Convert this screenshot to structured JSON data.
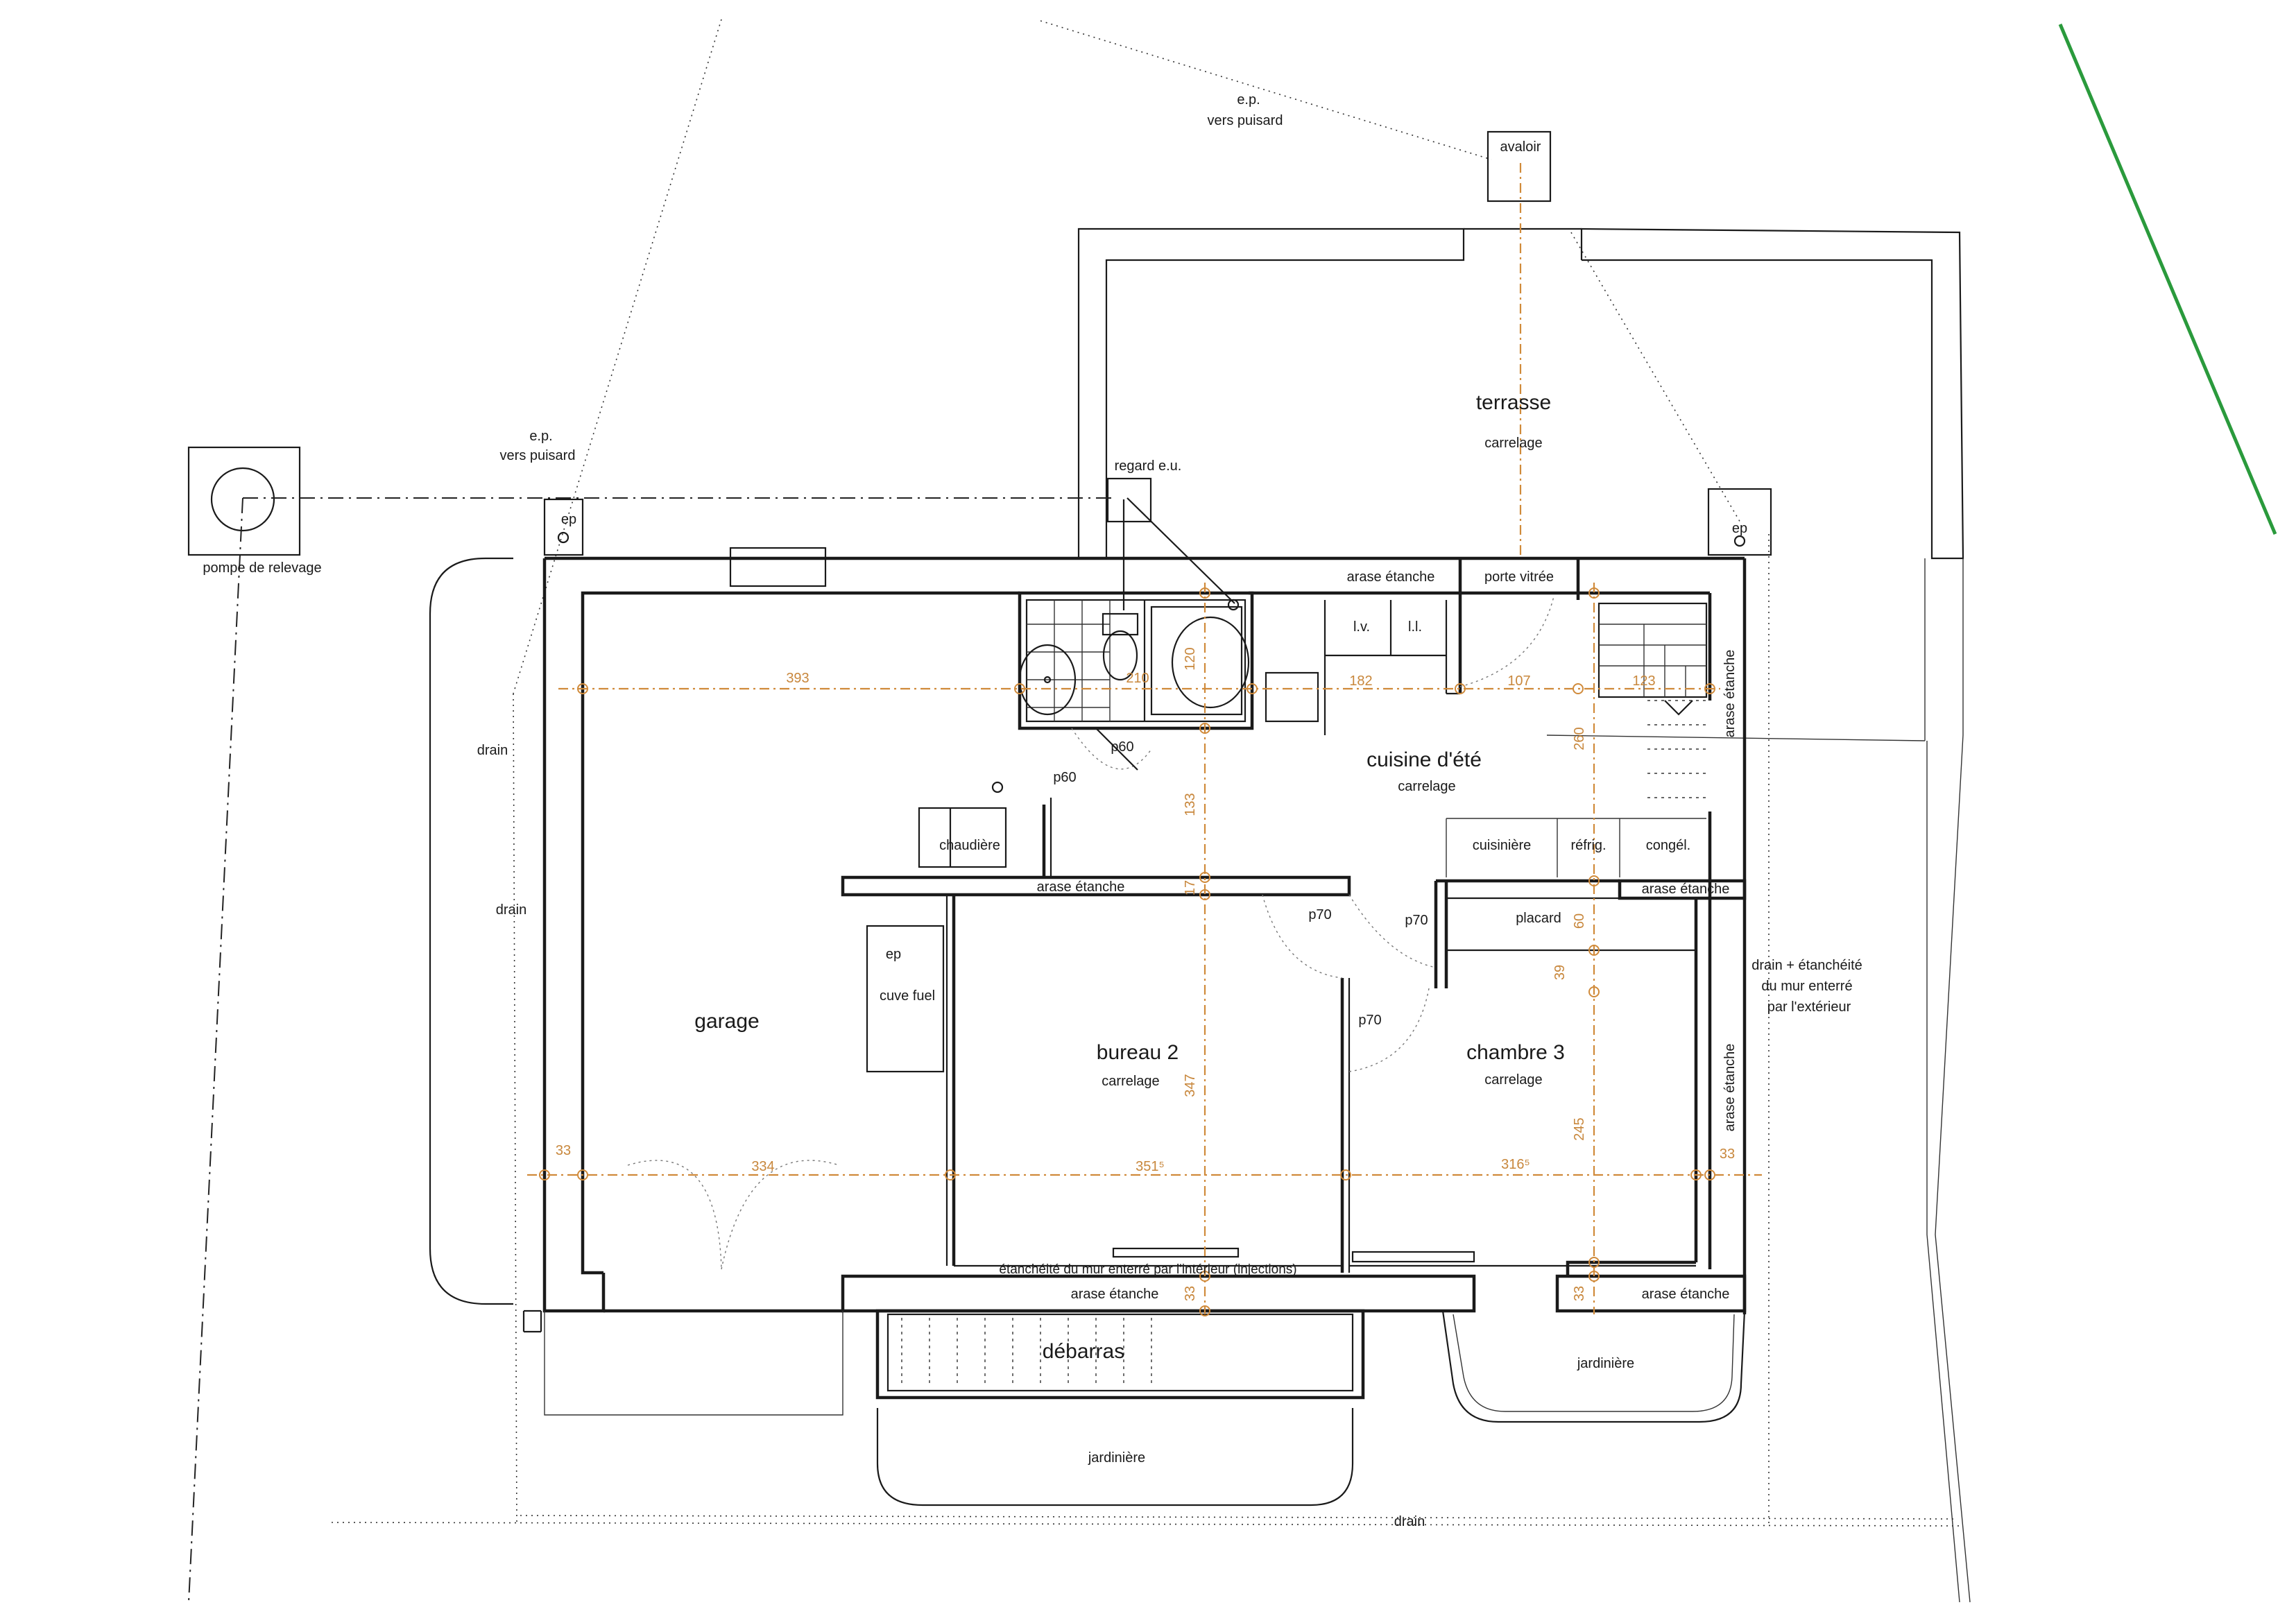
{
  "rooms": {
    "garage": "garage",
    "bureau": "bureau 2",
    "bureau_floor": "carrelage",
    "chambre": "chambre 3",
    "chambre_floor": "carrelage",
    "cuisine": "cuisine d'été",
    "cuisine_floor": "carrelage",
    "terrasse": "terrasse",
    "terrasse_floor": "carrelage",
    "debarras": "débarras"
  },
  "fixtures": {
    "chaudiere": "chaudière",
    "cuve_fuel": "cuve fuel",
    "ep_cuve": "ep",
    "lv": "l.v.",
    "ll": "l.l.",
    "cuisiniere": "cuisinière",
    "refrig": "réfrig.",
    "congel": "congél.",
    "placard": "placard",
    "porte_vitree": "porte vitrée",
    "avaloir": "avaloir",
    "regard": "regard e.u.",
    "pompe": "pompe de relevage",
    "ep_left": "ep",
    "ep_right": "ep",
    "jardiniere_left": "jardinière",
    "jardiniere_right": "jardinière"
  },
  "notes": {
    "ep_puisard_top_1": "e.p.",
    "ep_puisard_top_2": "vers puisard",
    "ep_puisard_left_1": "e.p.",
    "ep_puisard_left_2": "vers puisard",
    "drain_1": "drain",
    "drain_2": "drain",
    "drain_bottom": "drain",
    "arase_top": "arase étanche",
    "arase_mid": "arase étanche",
    "arase_right_mid": "arase étanche",
    "arase_bottom": "arase étanche",
    "arase_bottom_right": "arase étanche",
    "arase_vert_top": "arase étanche",
    "arase_vert_bottom": "arase étanche",
    "etancheite_interieur": "étanchéité du mur enterré par l'intérieur (injections)",
    "drain_ext_1": "drain + étanchéité",
    "drain_ext_2": "du mur enterré",
    "drain_ext_3": "par l'extérieur"
  },
  "doors": {
    "p60_a": "p60",
    "p60_b": "p60",
    "p70_a": "p70",
    "p70_b": "p70",
    "p70_c": "p70"
  },
  "dimensions": {
    "d393": "393",
    "d210": "210",
    "d182": "182",
    "d107": "107",
    "d123": "123",
    "d120": "120",
    "d133": "133",
    "d17": "17",
    "d260": "260",
    "d60": "60",
    "d39": "39",
    "d347": "347",
    "d245": "245",
    "d33_left": "33",
    "d334": "334",
    "d351": "351⁵",
    "d316": "316⁵",
    "d33_right": "33",
    "d33_bottom": "33",
    "d33_bottom_right": "33"
  },
  "colors": {
    "dimension_lines": "#d08a3a",
    "walls": "#1a1a1a",
    "north_line": "#2a9a3c"
  }
}
